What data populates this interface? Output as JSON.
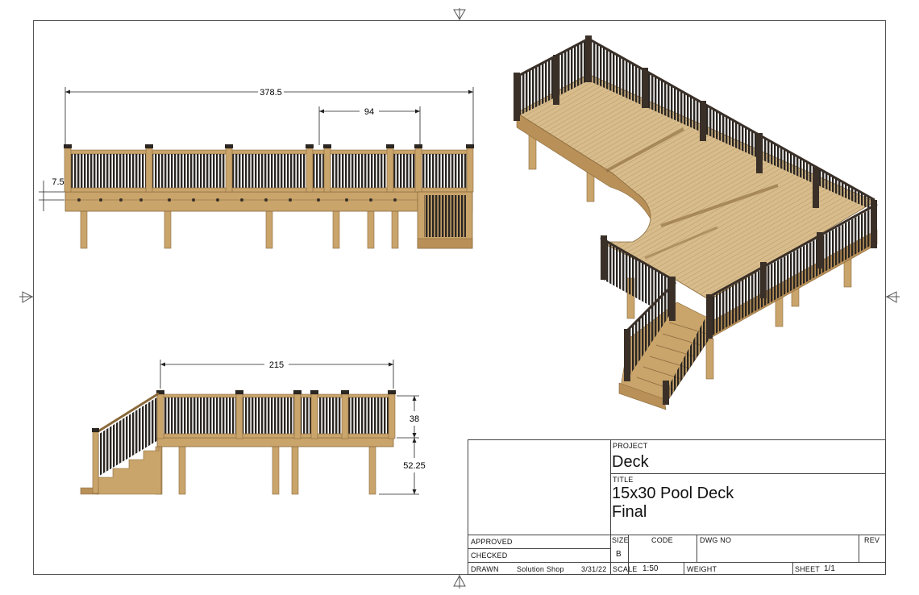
{
  "dimensions": {
    "front_overall": "378.5",
    "front_section": "94",
    "front_rise": "7.5",
    "side_width": "215",
    "side_rail_height": "38",
    "side_deck_height": "52.25"
  },
  "title_block": {
    "project_label": "PROJECT",
    "project_value": "Deck",
    "title_label": "TITLE",
    "title_line1": "15x30 Pool Deck",
    "title_line2": "Final",
    "approved_label": "APPROVED",
    "checked_label": "CHECKED",
    "drawn_label": "DRAWN",
    "drawn_by": "Solution Shop",
    "drawn_date": "3/31/22",
    "size_label": "SIZE",
    "size_value": "B",
    "code_label": "CODE",
    "dwg_no_label": "DWG NO",
    "rev_label": "REV",
    "scale_label": "SCALE",
    "scale_value": "1:50",
    "weight_label": "WEIGHT",
    "sheet_label": "SHEET",
    "sheet_value": "1/1"
  },
  "colors": {
    "wood": "#c9a46b",
    "wood_dark": "#8a6a3c",
    "rail": "#2b2622",
    "deck_board": "#d8bc8c"
  }
}
